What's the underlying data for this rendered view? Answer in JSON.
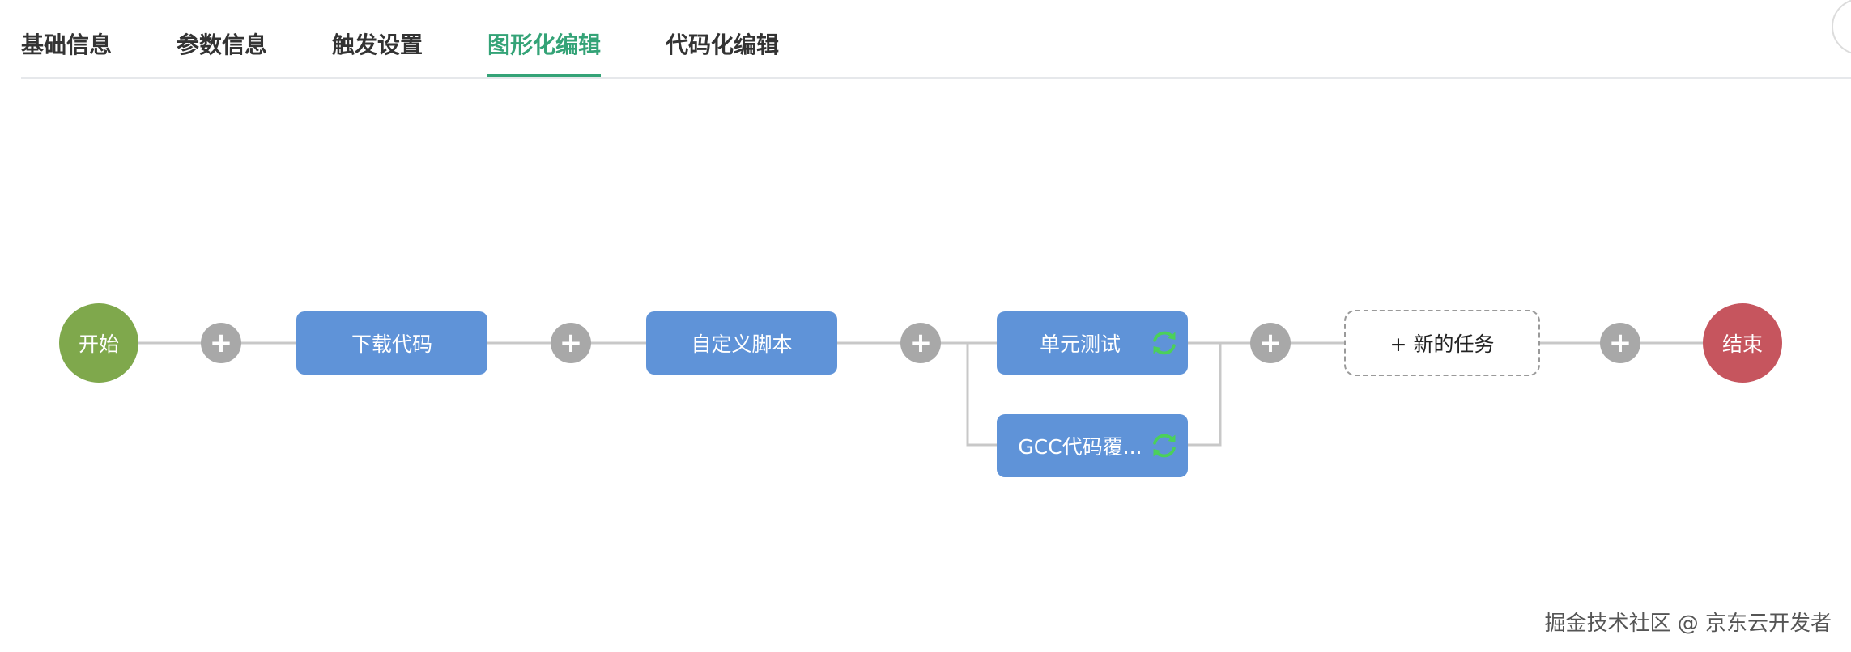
{
  "tabs": [
    {
      "label": "基础信息"
    },
    {
      "label": "参数信息"
    },
    {
      "label": "触发设置"
    },
    {
      "label": "图形化编辑"
    },
    {
      "label": "代码化编辑"
    }
  ],
  "active_tab": "图形化编辑",
  "pipeline": {
    "start_label": "开始",
    "end_label": "结束",
    "tasks": [
      {
        "label": "下载代码"
      },
      {
        "label": "自定义脚本"
      },
      {
        "label": "单元测试",
        "status_icon": "sync-icon"
      },
      {
        "label": "GCC代码覆...",
        "status_icon": "sync-icon"
      }
    ],
    "new_task_label": "+ 新的任务",
    "add_symbol": "+"
  },
  "watermark": "掘金技术社区 @ 京东云开发者",
  "colors": {
    "accent": "#34a377",
    "start": "#7fa84c",
    "end": "#c6555e",
    "task": "#5f93d8",
    "add_button": "#a8a8a8",
    "sync_icon": "#4bd05a"
  }
}
